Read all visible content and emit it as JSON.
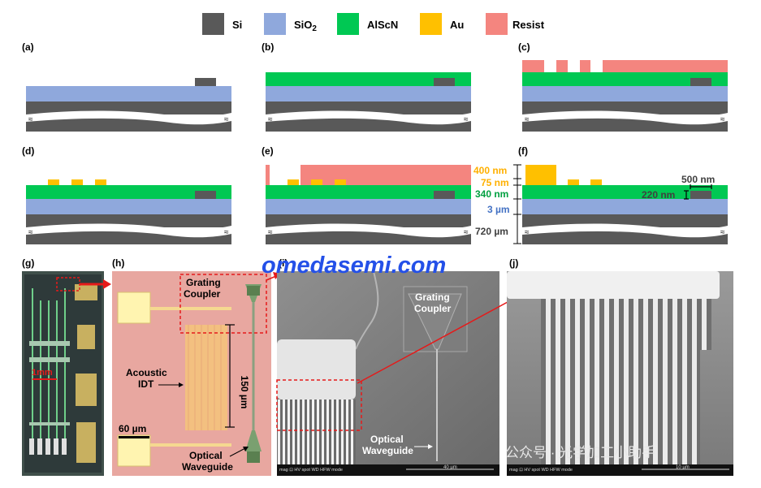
{
  "legend": {
    "items": [
      {
        "label": "Si",
        "color": "#595959"
      },
      {
        "label": "SiO2",
        "color": "#8FA8DC"
      },
      {
        "label": "AlScN",
        "color": "#00C853"
      },
      {
        "label": "Au",
        "color": "#FFC000"
      },
      {
        "label": "Resist",
        "color": "#F4857F"
      }
    ]
  },
  "steps": {
    "a": "(a)",
    "b": "(b)",
    "c": "(c)",
    "d": "(d)",
    "e": "(e)",
    "f": "(f)"
  },
  "thickness": {
    "au": "400 nm",
    "resist_gap": "75 nm",
    "alscn": "340 nm",
    "sio2": "3 µm",
    "si": "720 µm"
  },
  "dims": {
    "width": "500 nm",
    "height": "220 nm"
  },
  "panels": {
    "g": {
      "label": "(g)",
      "scale": "1mm"
    },
    "h": {
      "label": "(h)",
      "grating": "Grating Coupler",
      "idt": "Acoustic IDT",
      "len": "150 µm",
      "scale": "60 µm",
      "waveguide": "Optical Waveguide"
    },
    "i": {
      "label": "(i)",
      "grating": "Grating Coupler",
      "waveguide": "Optical Waveguide",
      "scale": "40 µm"
    },
    "j": {
      "label": "(j)",
      "scale": "10 µm"
    }
  },
  "watermark": "omedasemi.com",
  "wechat": "公众号 · 光学加工小助手",
  "colors": {
    "si": "#595959",
    "sio2": "#8FA8DC",
    "alscn": "#00C853",
    "au": "#FFC000",
    "resist": "#F4857F",
    "red": "#E51A1A"
  }
}
